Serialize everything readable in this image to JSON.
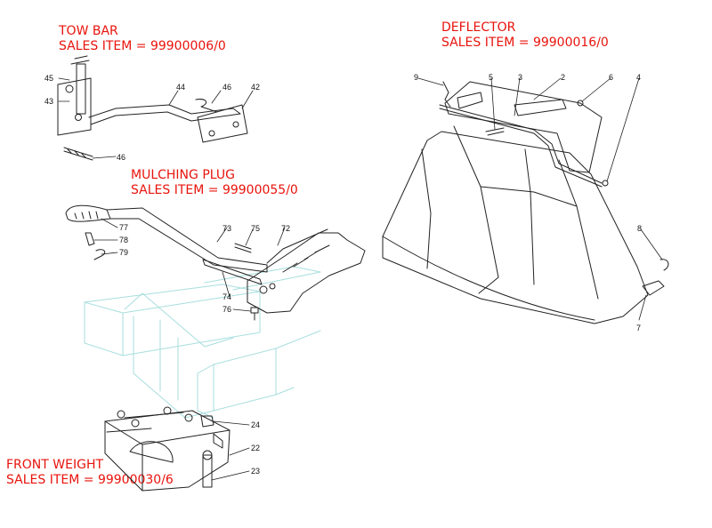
{
  "colors": {
    "heading": "#e8130c",
    "line": "#222222",
    "ghost": "#a8dede"
  },
  "groups": {
    "tow_bar": {
      "title": "TOW BAR",
      "sales_item": "SALES ITEM = 99900006/0",
      "callouts": [
        "45",
        "43",
        "44",
        "46",
        "42",
        "46"
      ]
    },
    "deflector": {
      "title": "DEFLECTOR",
      "sales_item": "SALES ITEM = 99900016/0",
      "callouts": [
        "9",
        "5",
        "3",
        "2",
        "6",
        "4",
        "8",
        "7"
      ]
    },
    "mulching_plug": {
      "title": "MULCHING PLUG",
      "sales_item": "SALES ITEM = 99900055/0",
      "callouts": [
        "77",
        "78",
        "79",
        "73",
        "75",
        "72",
        "74",
        "76"
      ]
    },
    "front_weight": {
      "title": "FRONT WEIGHT",
      "sales_item": "SALES ITEM = 99900030/6",
      "callouts": [
        "24",
        "22",
        "23"
      ]
    }
  }
}
